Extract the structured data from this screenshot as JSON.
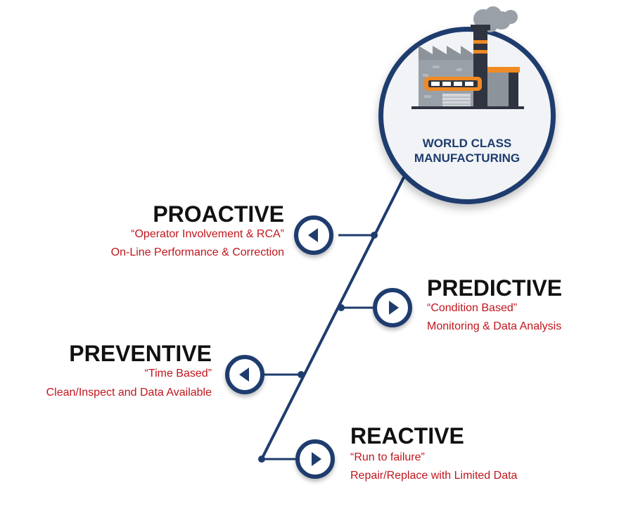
{
  "hub": {
    "line1": "WORLD CLASS",
    "line2": "MANUFACTURING",
    "icon": "factory-icon"
  },
  "stages": {
    "proactive": {
      "title": "PROACTIVE",
      "quote": "“Operator Involvement & RCA”",
      "detail": "On-Line Performance & Correction",
      "icon": "arrow-left-icon"
    },
    "predictive": {
      "title": "PREDICTIVE",
      "quote": "“Condition Based”",
      "detail": "Monitoring & Data Analysis",
      "icon": "arrow-right-icon"
    },
    "preventive": {
      "title": "PREVENTIVE",
      "quote": "“Time Based”",
      "detail": "Clean/Inspect and Data Available",
      "icon": "arrow-left-icon"
    },
    "reactive": {
      "title": "REACTIVE",
      "quote": "“Run to failure”",
      "detail": "Repair/Replace with Limited Data",
      "icon": "arrow-right-icon"
    }
  },
  "colors": {
    "navy": "#1e3c6e",
    "red": "#c0161d",
    "orange": "#f08a24",
    "gray": "#9aa0a8"
  }
}
